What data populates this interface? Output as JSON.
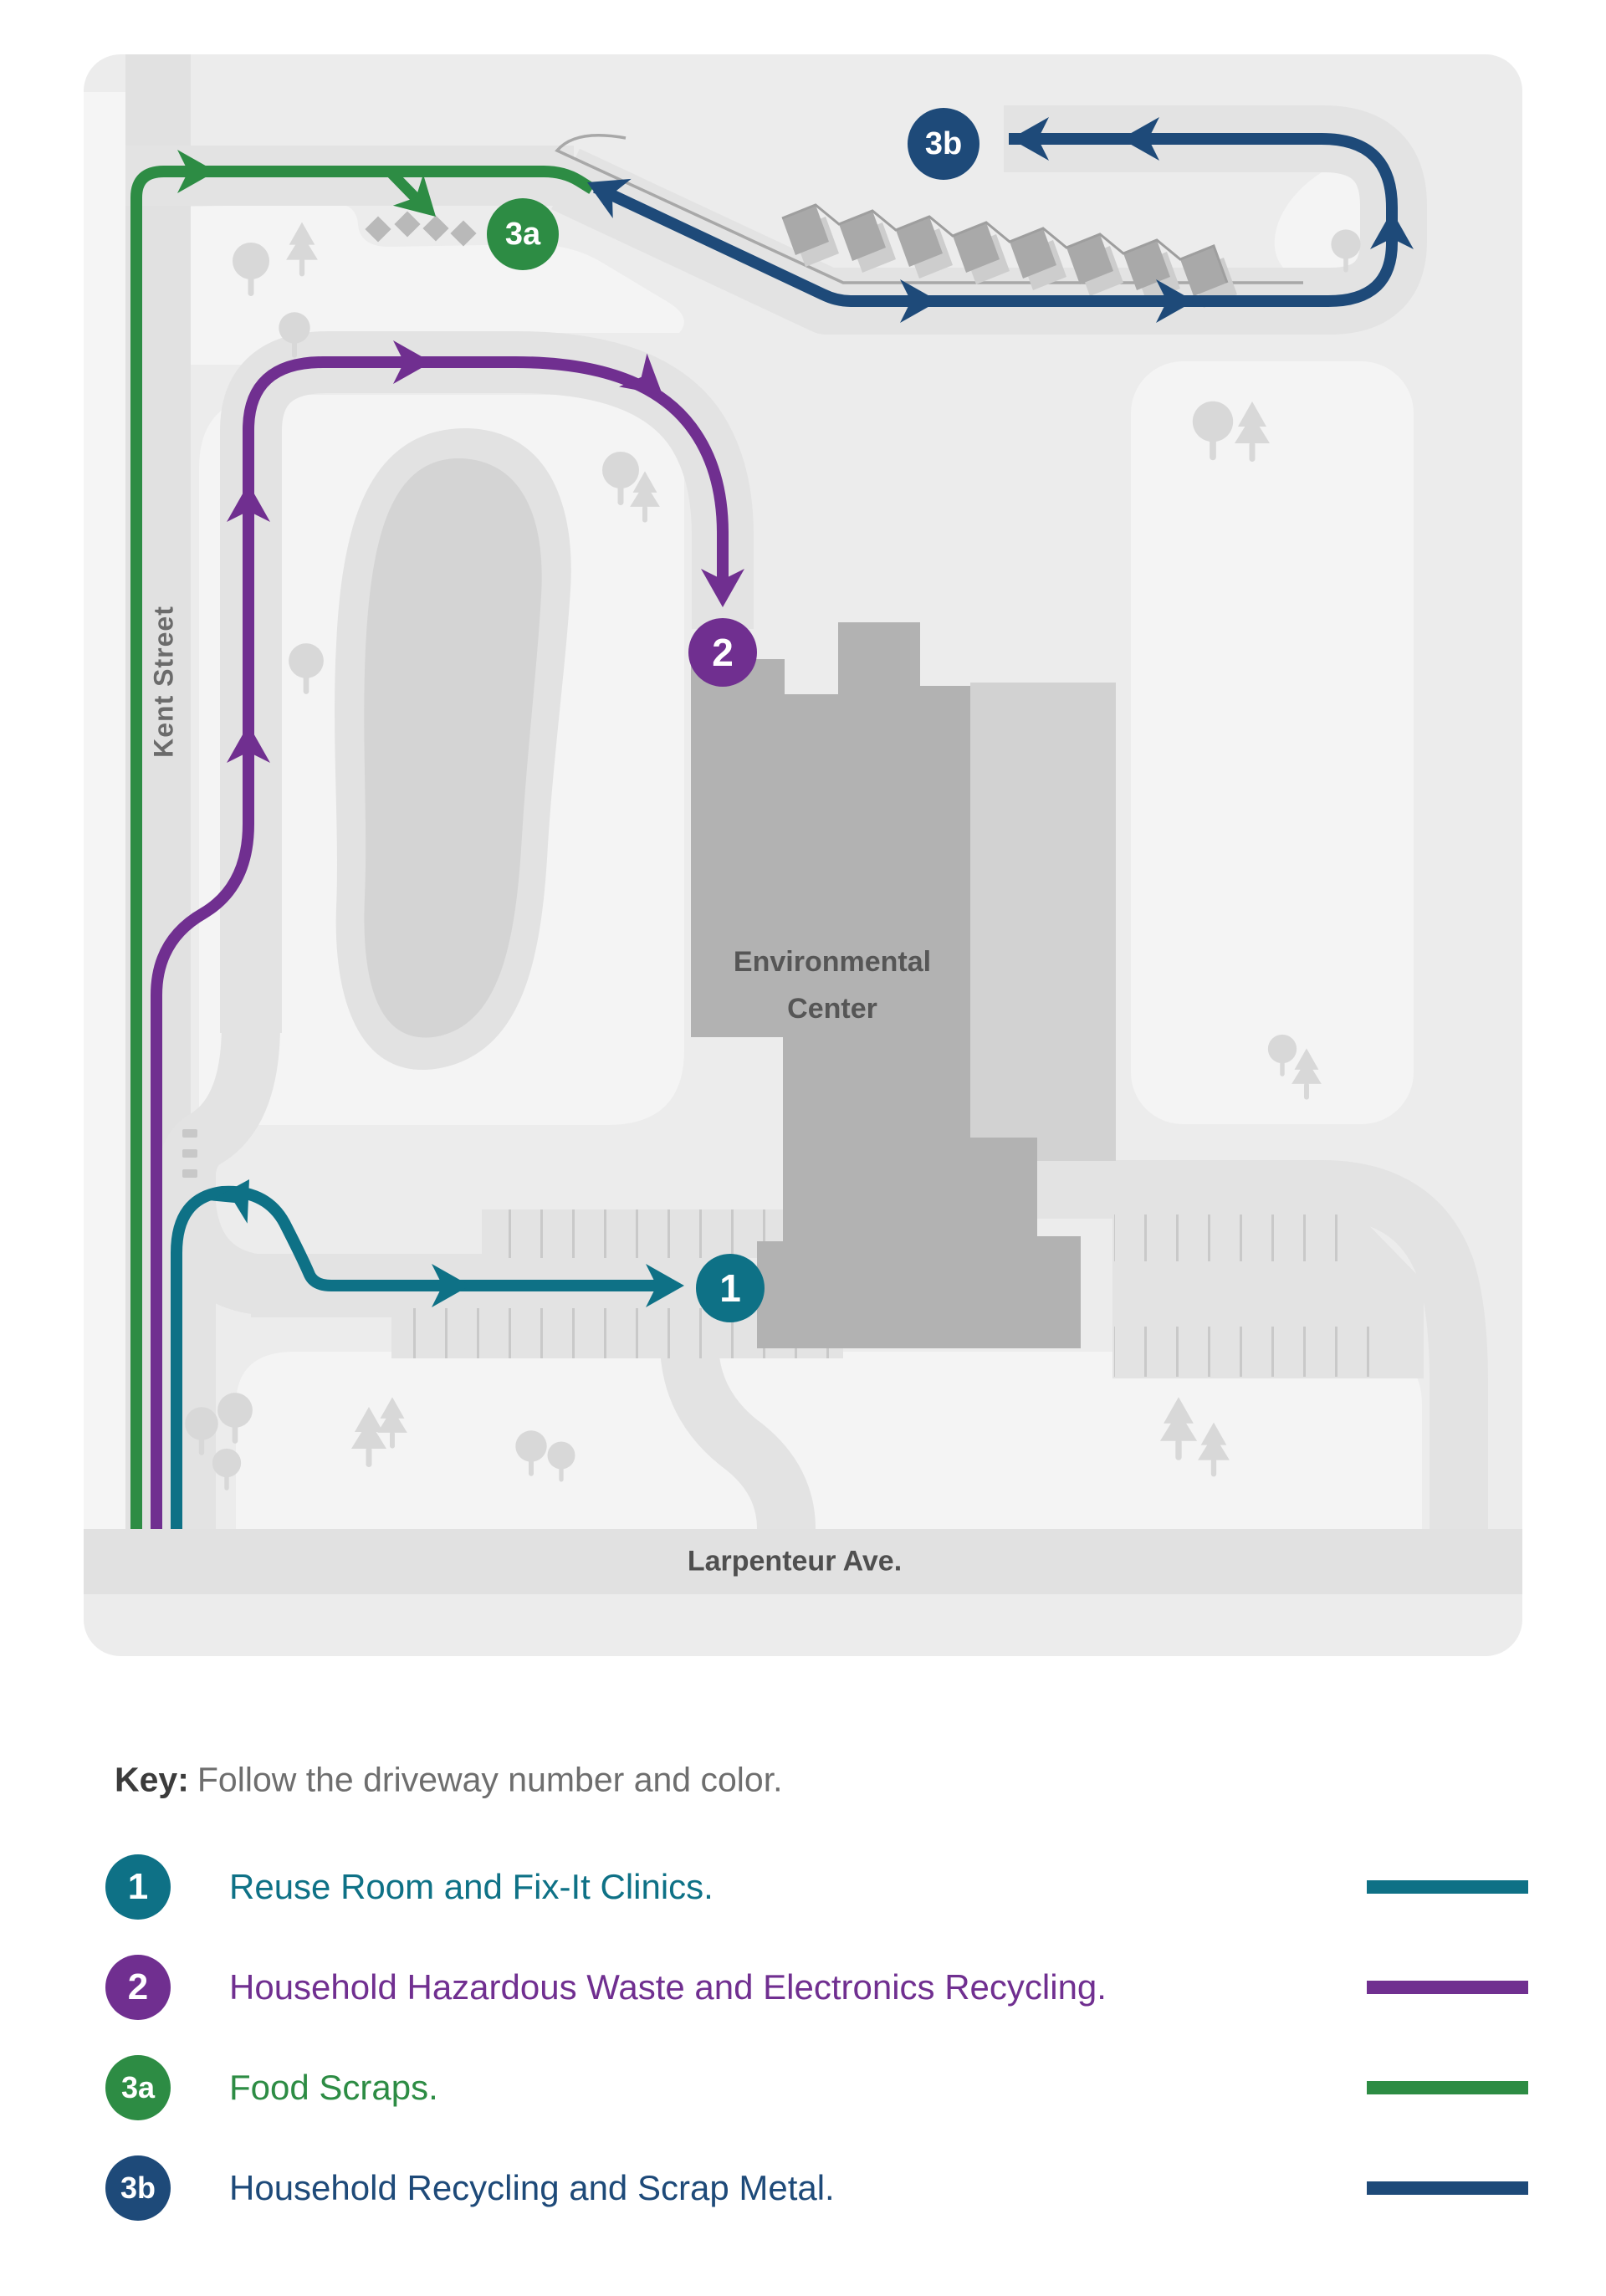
{
  "map": {
    "street_left": "Kent Street",
    "street_bottom": "Larpenteur Ave.",
    "building": {
      "line1": "Environmental",
      "line2": "Center"
    },
    "badges": {
      "n1": "1",
      "n2": "2",
      "n3a": "3a",
      "n3b": "3b"
    }
  },
  "key": {
    "title_label": "Key:",
    "title_text": "Follow the driveway number and color.",
    "items": [
      {
        "badge": "1",
        "label": "Reuse Room and Fix-It Clinics.",
        "color": "#0e7186"
      },
      {
        "badge": "2",
        "label": "Household Hazardous Waste and Electronics Recycling.",
        "color": "#702f90"
      },
      {
        "badge": "3a",
        "label": "Food Scraps.",
        "color": "#2d8c44"
      },
      {
        "badge": "3b",
        "label": "Household Recycling and Scrap Metal.",
        "color": "#1e4a79"
      }
    ]
  },
  "colors": {
    "route_1_teal": "#0e7186",
    "route_2_purple": "#702f90",
    "route_3a_green": "#2d8c44",
    "route_3b_blue": "#1e4a79",
    "building": "#b2b2b2",
    "map_background": "#ececec"
  }
}
